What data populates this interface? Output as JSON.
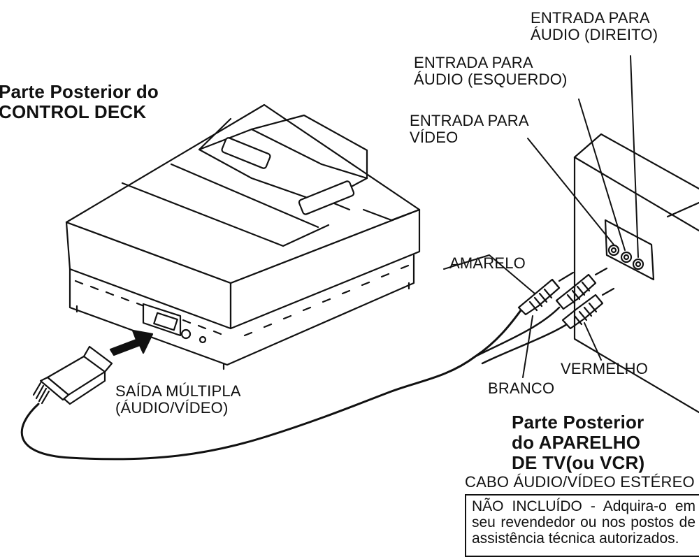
{
  "titles": {
    "console_back": "Parte Posterior do\nCONTROL DECK",
    "tv_back": "Parte Posterior\ndo APARELHO\nDE TV(ou VCR)"
  },
  "inputs": {
    "audio_right": "ENTRADA PARA\nÁUDIO (DIREITO)",
    "audio_left": "ENTRADA PARA\nÁUDIO (ESQUERDO)",
    "video": "ENTRADA PARA\nVÍDEO"
  },
  "plugs": {
    "yellow": "AMARELO",
    "white": "BRANCO",
    "red": "VERMELHO"
  },
  "multi_out": "SAÍDA MÚLTIPLA\n(ÁUDIO/VÍDEO)",
  "cable": {
    "title": "CABO ÁUDIO/VÍDEO ESTÉREO",
    "note": "NÃO INCLUÍDO - Adquira-o em seu revendedor ou nos postos de assistência técnica autorizados."
  },
  "colors": {
    "ink": "#111111",
    "paper": "#ffffff"
  }
}
